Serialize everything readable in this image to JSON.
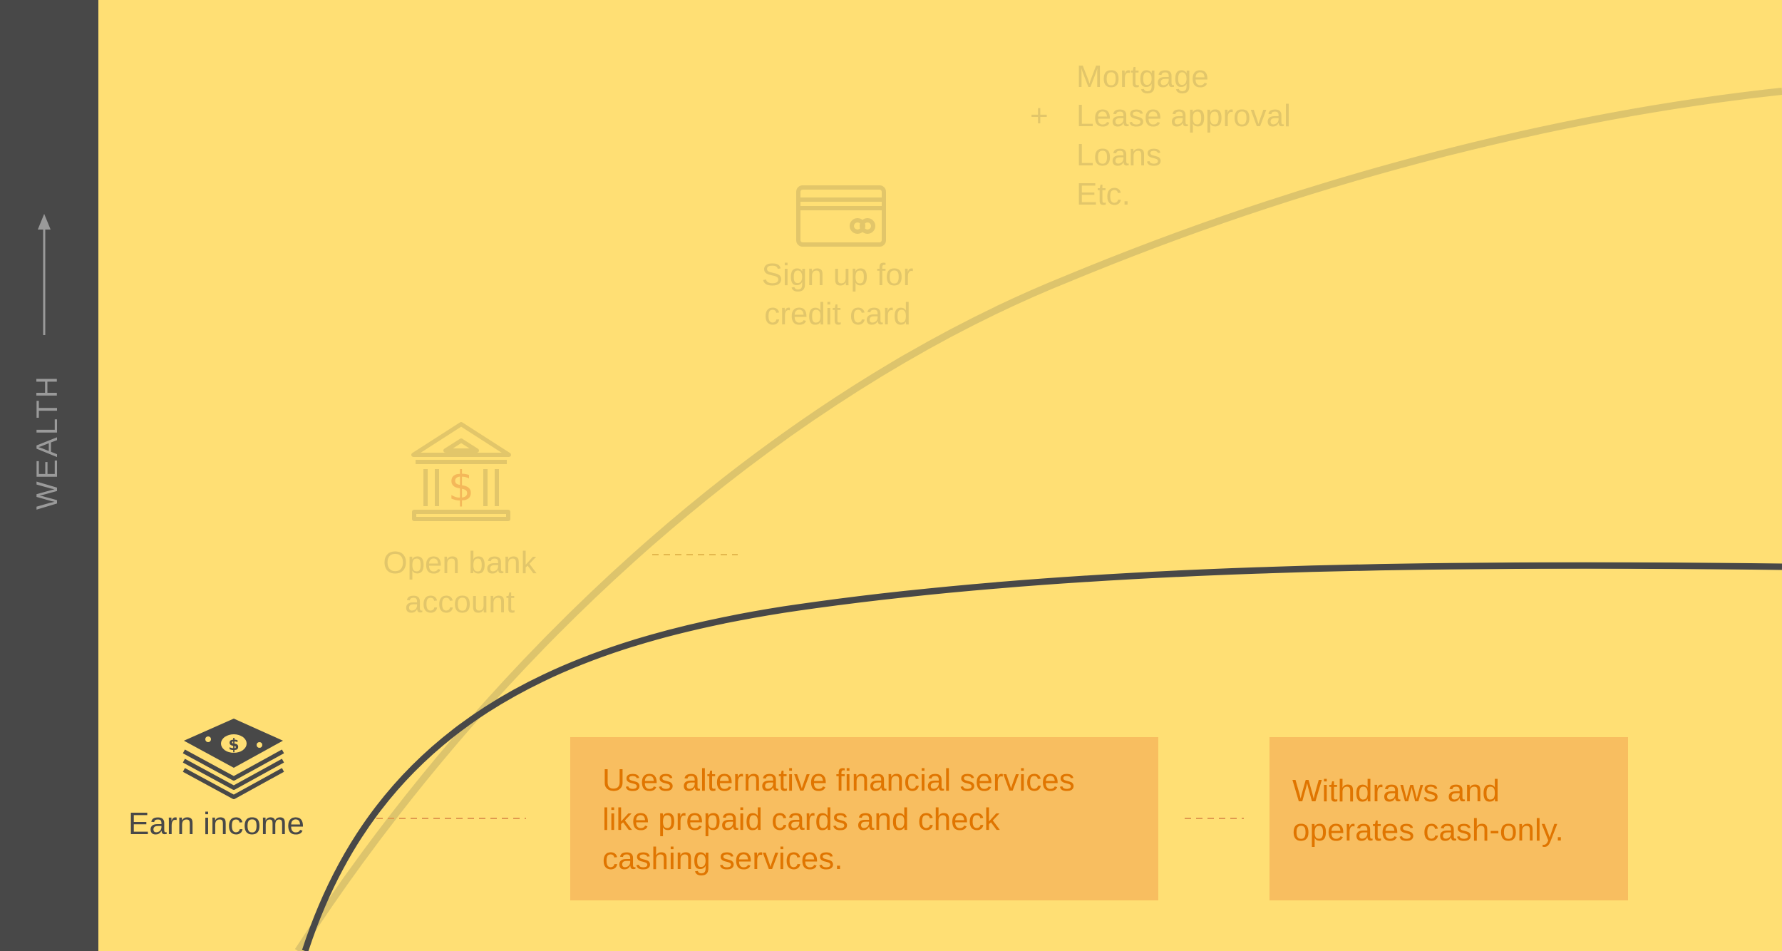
{
  "axis": {
    "label": "WEALTH"
  },
  "steps": {
    "earn_income": "Earn income",
    "open_bank": {
      "line1": "Open bank",
      "line2": "account"
    },
    "credit_card": {
      "line1": "Sign up for",
      "line2": "credit card"
    },
    "plus": "+",
    "benefits": [
      "Mortgage",
      "Lease approval",
      "Loans",
      "Etc."
    ]
  },
  "outcomes": {
    "alternative": {
      "lines": [
        "Uses alternative financial services",
        "like prepaid cards and check",
        "cashing services."
      ]
    },
    "cash_only": {
      "lines": [
        "Withdraws and",
        "operates cash-only."
      ]
    }
  },
  "colors": {
    "background": "#FFDF74",
    "sidebar": "#484848",
    "faded": "#E2C66A",
    "box": "#F8BE60",
    "box_text": "#E07500",
    "dark_curve": "#484848",
    "light_curve": "#DDC46C"
  },
  "icons": {
    "money": "money-stack-icon",
    "bank": "bank-icon",
    "card": "credit-card-icon",
    "arrow": "arrow-up-icon"
  }
}
